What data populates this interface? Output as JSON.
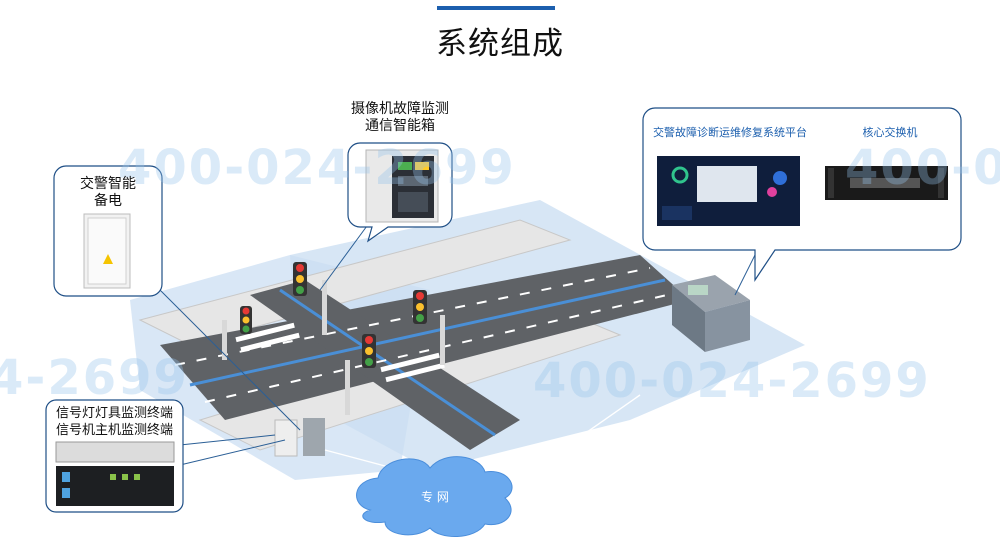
{
  "title": "系统组成",
  "watermark": "400-024-2699",
  "watermark_partial": "4-2699",
  "callouts": {
    "power_line1": "交警智能",
    "power_line2": "备电",
    "box_line1": "摄像机故障监测",
    "box_line2": "通信智能箱",
    "term_line1": "信号灯灯具监测终端",
    "term_line2": "信号机主机监测终端",
    "platform": "交警故障诊断运维修复系统平台",
    "switch": "核心交换机"
  },
  "network": "专 网",
  "colors": {
    "accent": "#1c5fae",
    "road": "#5f6266",
    "plane": "#c9def2",
    "lane": "#4a8fd6"
  }
}
